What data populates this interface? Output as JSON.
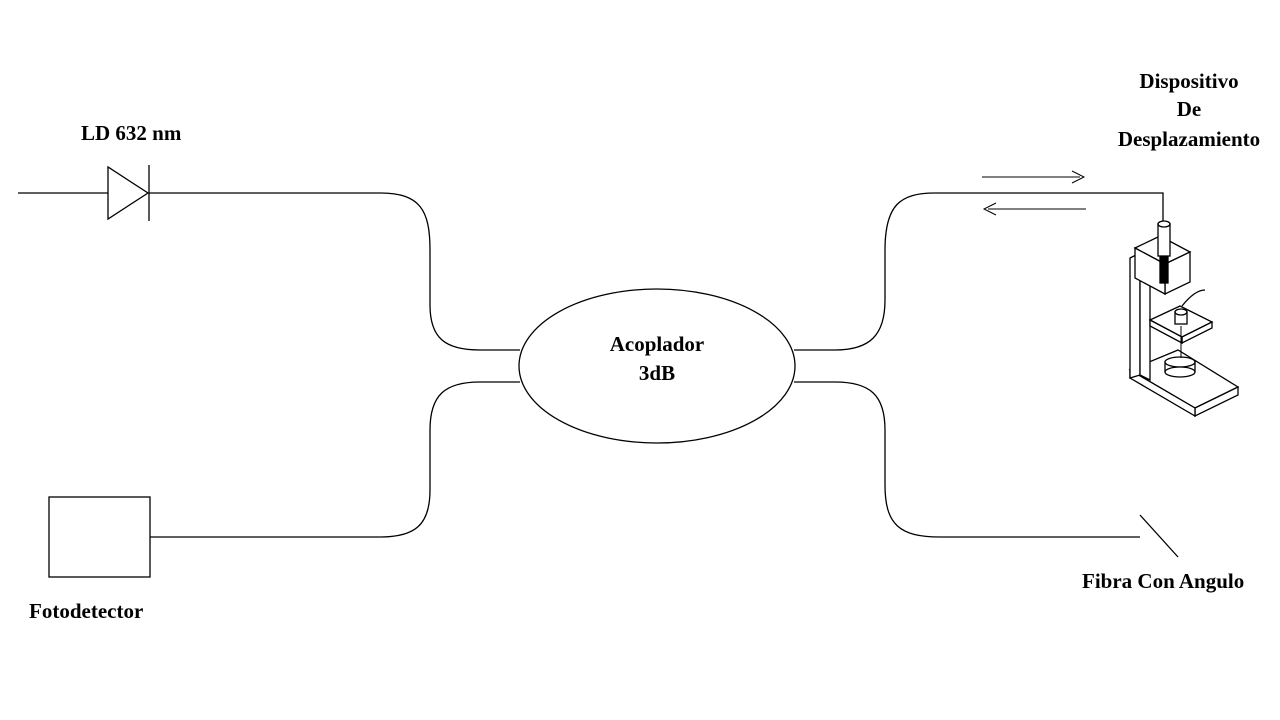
{
  "labels": {
    "laser": "LD 632 nm",
    "coupler_line1": "Acoplador",
    "coupler_line2": "3dB",
    "device_line1": "Dispositivo",
    "device_line2": "De",
    "device_line3": "Desplazamiento",
    "photodetector": "Fotodetector",
    "angled_fiber": "Fibra Con Angulo"
  }
}
